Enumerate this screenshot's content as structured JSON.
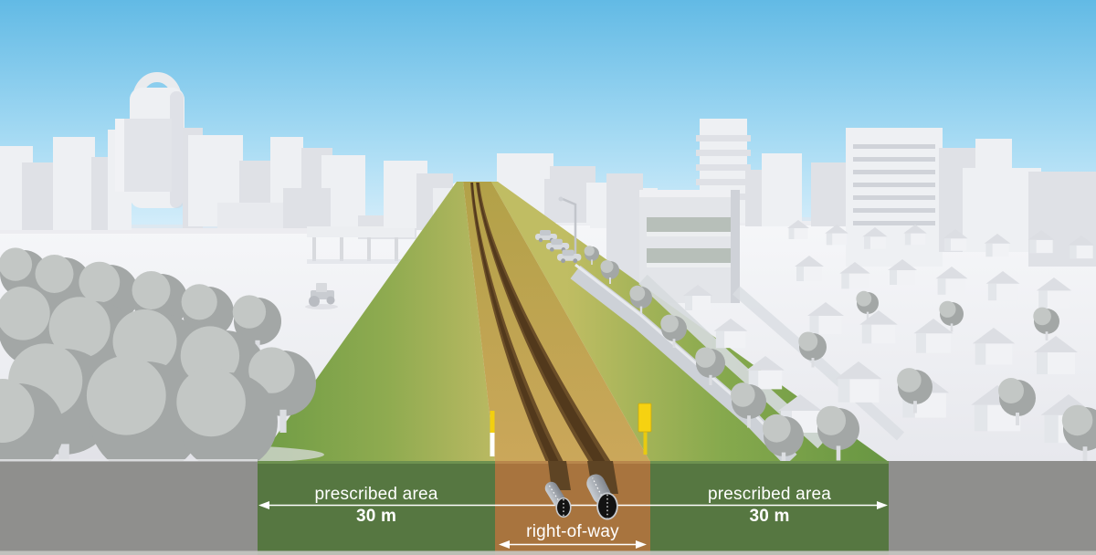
{
  "scene": {
    "type": "infographic-3d-illustration",
    "subject": "Pipeline right-of-way corridor through an urban area with buried twin pipelines shown in cross-section",
    "labels": {
      "prescribed_area_left": "prescribed area",
      "prescribed_area_left_value": "30 m",
      "prescribed_area_right": "prescribed area",
      "prescribed_area_right_value": "30 m",
      "right_of_way": "right-of-way"
    },
    "colors": {
      "sky_top": "#66bce6",
      "sky_horizon": "#e8f5fd",
      "ground_white": "#eff0f4",
      "city_grey": "#e4e6ea",
      "corridor_green_dark": "#679741",
      "corridor_green_light": "#bdba60",
      "corridor_tan": "#c2a24f",
      "trench_brown": "#5e4424",
      "band_green": "#567741",
      "band_brown": "#a8743e",
      "band_grey": "#8f8f8d",
      "marker_yellow": "#f6d211",
      "dimension_white": "#ffffff"
    }
  }
}
